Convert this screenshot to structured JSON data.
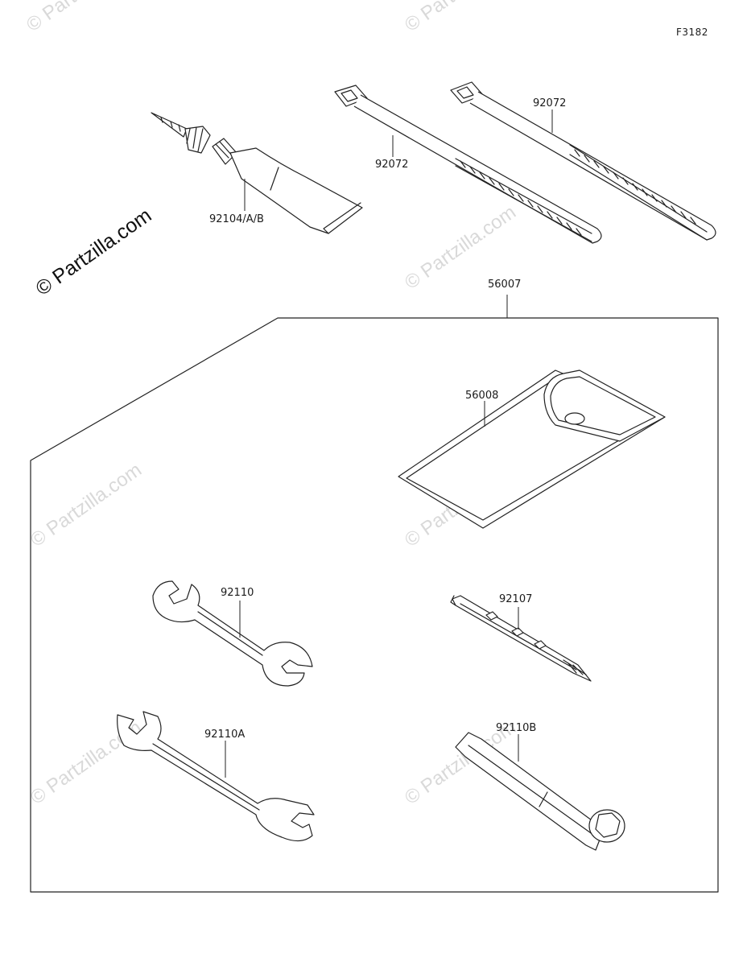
{
  "figure_id": "F3182",
  "watermark": {
    "main": "© Partzilla.com",
    "faint": "© Partzilla.com"
  },
  "parts": {
    "sealant_tube": "92104/A/B",
    "cable_tie_1": "92072",
    "cable_tie_2": "92072",
    "tool_kit": "56007",
    "tool_case": "56008",
    "wrench": "92110",
    "screwdriver": "92107",
    "wrench_a": "92110A",
    "spark_plug_wrench": "92110B"
  },
  "colors": {
    "line": "#222222",
    "watermark": "#d9d9d9",
    "background": "#ffffff"
  }
}
